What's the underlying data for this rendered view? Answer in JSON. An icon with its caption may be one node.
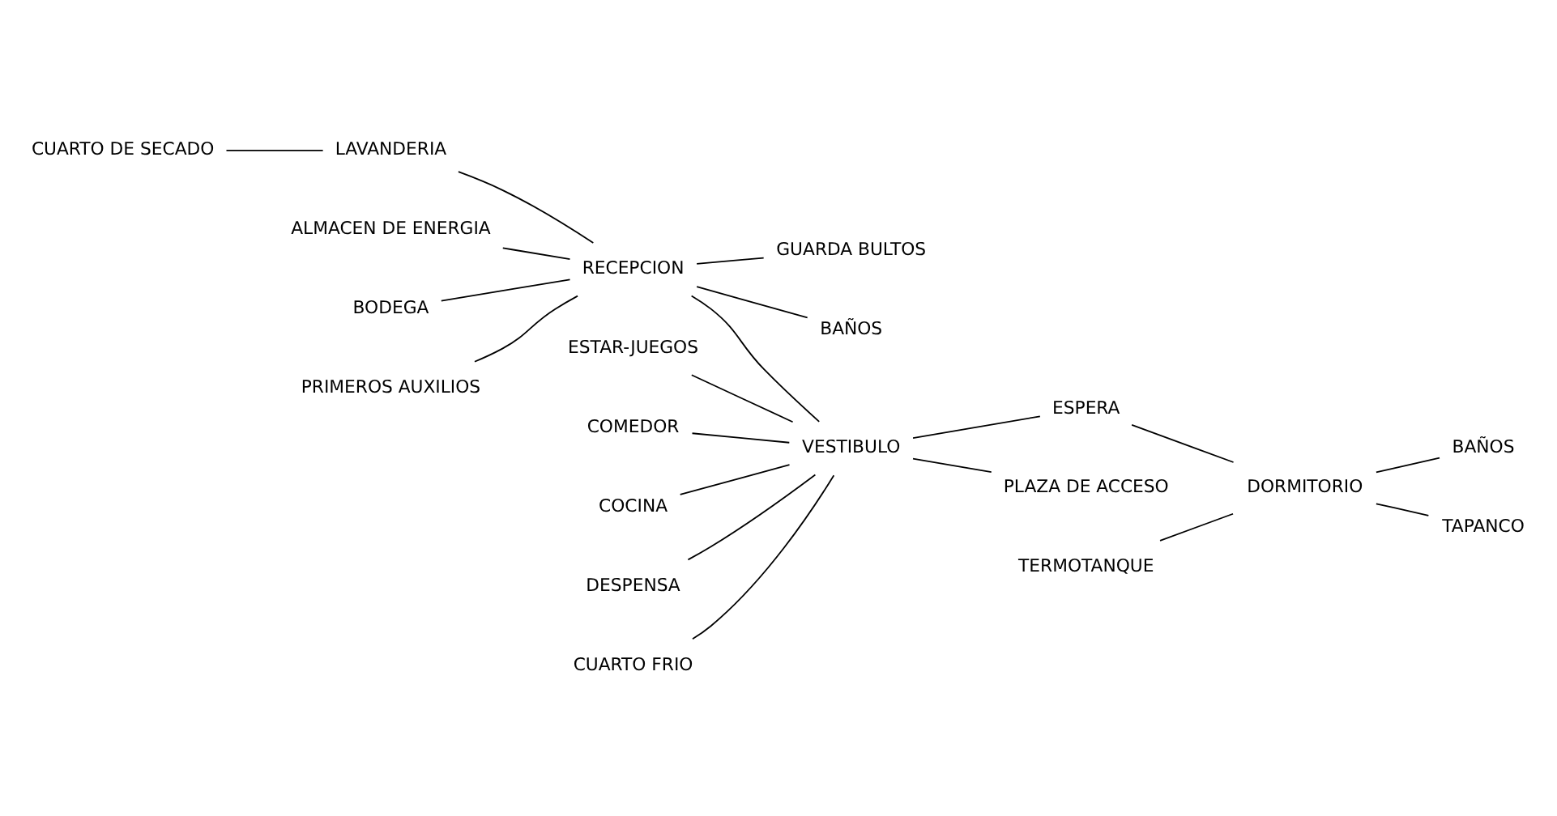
{
  "diagram": {
    "nodes": [
      {
        "text": [
          "CUARTO DE SECADO"
        ]
      },
      {
        "text": [
          "LAVANDERIA"
        ]
      },
      {
        "text": [
          "ESTAR-JUEGOS"
        ]
      },
      {
        "text": [
          "ALMACEN DE ENERGIA"
        ]
      },
      {
        "text": [
          "RECEPCION"
        ]
      },
      {
        "text": [
          "GUARDA BULTOS"
        ]
      },
      {
        "text": [
          "COMEDOR"
        ]
      },
      {
        "text": [
          "COCINA"
        ]
      },
      {
        "text": [
          "BODEGA"
        ]
      },
      {
        "text": [
          "BAÑOS"
        ]
      },
      {
        "text": [
          "TERMOTANQUE"
        ]
      },
      {
        "text": [
          "DESPENSA"
        ]
      },
      {
        "text": [
          "VESTIBULO"
        ]
      },
      {
        "text": [
          "ESPERA"
        ]
      },
      {
        "text": [
          "DORMITORIO"
        ]
      },
      {
        "text": [
          "BAÑOS"
        ]
      },
      {
        "text": [
          "CUARTO FRIO"
        ]
      },
      {
        "text": [
          "PRIMEROS AUXILIOS"
        ]
      },
      {
        "text": [
          "TAPANCO"
        ]
      },
      {
        "text": [
          "PLAZA DE ACCESO"
        ]
      }
    ],
    "edges": [
      {
        "from": 0,
        "to": 1,
        "arrow": "none"
      },
      {
        "from": 1,
        "to": 4,
        "arrow": "none"
      },
      {
        "from": 4,
        "to": 5,
        "arrow": "none"
      },
      {
        "from": 3,
        "to": 4,
        "arrow": "none"
      },
      {
        "from": 8,
        "to": 4,
        "arrow": "none"
      },
      {
        "from": 17,
        "to": 4,
        "arrow": "none"
      },
      {
        "from": 4,
        "to": 12,
        "arrow": "none"
      },
      {
        "from": 4,
        "to": 9,
        "arrow": "none"
      },
      {
        "from": 2,
        "to": 12,
        "arrow": "none"
      },
      {
        "from": 6,
        "to": 12,
        "arrow": "none"
      },
      {
        "from": 7,
        "to": 12,
        "arrow": "none"
      },
      {
        "from": 11,
        "to": 12,
        "arrow": "none"
      },
      {
        "from": 16,
        "to": 12,
        "arrow": "none"
      },
      {
        "from": 12,
        "to": 13,
        "arrow": "none"
      },
      {
        "from": 13,
        "to": 14,
        "arrow": "none"
      },
      {
        "from": 10,
        "to": 14,
        "arrow": "none"
      },
      {
        "from": 14,
        "to": 18,
        "arrow": "none"
      },
      {
        "from": 14,
        "to": 15,
        "arrow": "none"
      },
      {
        "from": 12,
        "to": 19,
        "arrow": "none"
      }
    ]
  }
}
